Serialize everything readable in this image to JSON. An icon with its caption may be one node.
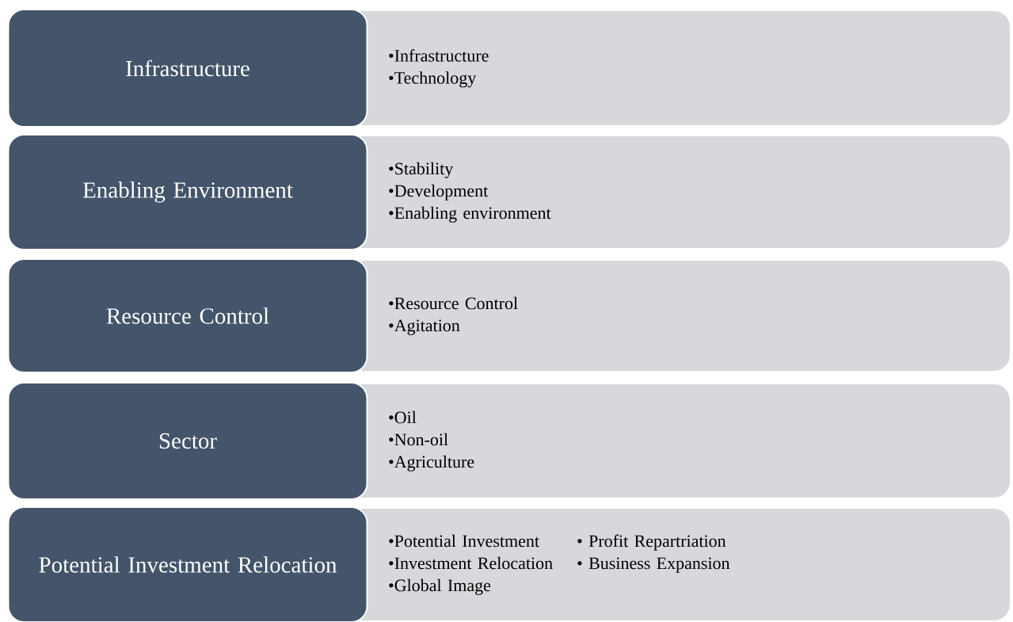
{
  "diagram": {
    "nodes": [
      {
        "text": [
          "Infrastructure"
        ]
      },
      {
        "text": [
          "•Infrastructure",
          "•Technology"
        ]
      },
      {
        "text": [
          "Enabling Environment"
        ]
      },
      {
        "text": [
          "•Stability",
          "•Development",
          "•Enabling environment"
        ]
      },
      {
        "text": [
          "Resource Control"
        ]
      },
      {
        "text": [
          "•Resource Control",
          "•Agitation"
        ]
      },
      {
        "text": [
          "Sector"
        ]
      },
      {
        "text": [
          "•Oil",
          "•Non-oil",
          "•Agriculture"
        ]
      },
      {
        "text": [
          "Potential Investment Relocation"
        ]
      },
      {
        "text": [
          "•Potential Investment",
          "•Investment Relocation",
          "•Global Image",
          "• Profit Repartriation",
          "• Business Expansion"
        ]
      }
    ]
  }
}
